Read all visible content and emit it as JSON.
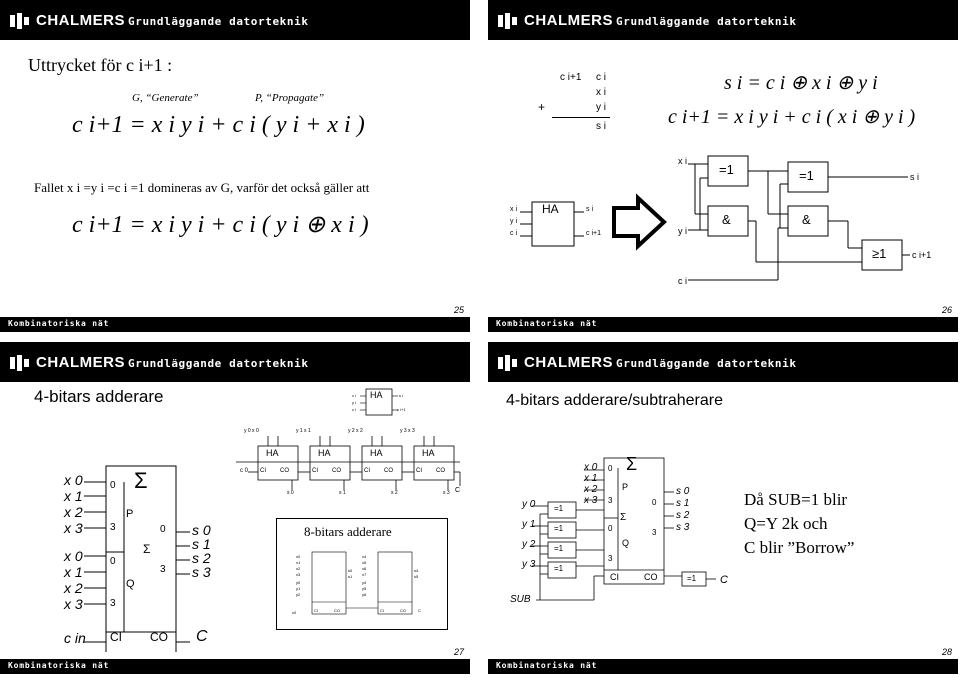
{
  "header": {
    "logo": "CHALMERS",
    "course": "Grundläggande datorteknik"
  },
  "footer": {
    "label": "Kombinatoriska nät"
  },
  "slides": [
    {
      "page": "25",
      "title": "Uttrycket för c i+1 :",
      "generate": "G, “Generate”",
      "propagate": "P, “Propagate”",
      "eq1": "c i+1 = x i y i + c i ( y i + x i )",
      "statement": "Fallet x i =y i =c i =1 domineras av G, varför det också gäller att",
      "eq2": "c i+1 = x i y i + c i ( y i ⊕ x i )"
    },
    {
      "page": "26",
      "addition": {
        "plus": "+",
        "top_left": "c i+1",
        "col": [
          "c i",
          "x i",
          "y i",
          "s i"
        ]
      },
      "eq_s": "s i = c i ⊕ x i ⊕ y i",
      "eq_c": "c i+1 = x i y i + c i ( x i ⊕ y i )",
      "ha": {
        "label": "HA",
        "in": [
          "x i",
          "y i",
          "c i"
        ],
        "out": [
          "s i",
          "c i+1"
        ]
      },
      "gates": {
        "xor": "=1",
        "and": "&",
        "or": "≥1"
      },
      "signals": {
        "x": "x i",
        "y": "y i",
        "c": "c i",
        "s": "s i",
        "cout": "c i+1"
      }
    },
    {
      "page": "27",
      "title": "4-bitars adderare",
      "ha_mini": {
        "label": "HA",
        "in": [
          "x i",
          "y i",
          "c i"
        ],
        "out": [
          "s i",
          "c i+1"
        ]
      },
      "chain": {
        "inputs": [
          "y 0  x 0",
          "y 1  x 1",
          "y 2  x 2",
          "y 3  x 3"
        ],
        "blocks": [
          "HA",
          "HA",
          "HA",
          "HA"
        ],
        "ci": "CI",
        "co": "CO",
        "c0": "c 0",
        "sums": [
          "s 0",
          "s 1",
          "s 2",
          "s 3"
        ],
        "carry": "C"
      },
      "adder": {
        "p_inputs": [
          "x 0",
          "x 1",
          "x 2",
          "x 3"
        ],
        "q_inputs": [
          "x 0",
          "x 1",
          "x 2",
          "x 3"
        ],
        "outputs": [
          "s 0",
          "s 1",
          "s 2",
          "s 3"
        ],
        "sigma": "Σ",
        "p": "P",
        "q": "Q",
        "bit0": "0",
        "bit3": "3",
        "cin": "c in",
        "ci": "CI",
        "co": "CO",
        "cout": "C"
      },
      "eight_bit": "8-bitars adderare"
    },
    {
      "page": "28",
      "title": "4-bitars adderare/subtraherare",
      "x_inputs": [
        "x 0",
        "x 1",
        "x 2",
        "x 3"
      ],
      "y_inputs": [
        "y 0",
        "y 1",
        "y 2",
        "y 3"
      ],
      "xor": "=1",
      "sub": "SUB",
      "outputs": [
        "s 0",
        "s 1",
        "s 2",
        "s 3"
      ],
      "sigma": "Σ",
      "p": "P",
      "q": "Q",
      "bit0": "0",
      "bit3": "3",
      "ci": "CI",
      "co": "CO",
      "cout": "C",
      "note": [
        "Då SUB=1 blir",
        "Q=Y 2k och",
        "C blir ”Borrow”"
      ]
    }
  ]
}
